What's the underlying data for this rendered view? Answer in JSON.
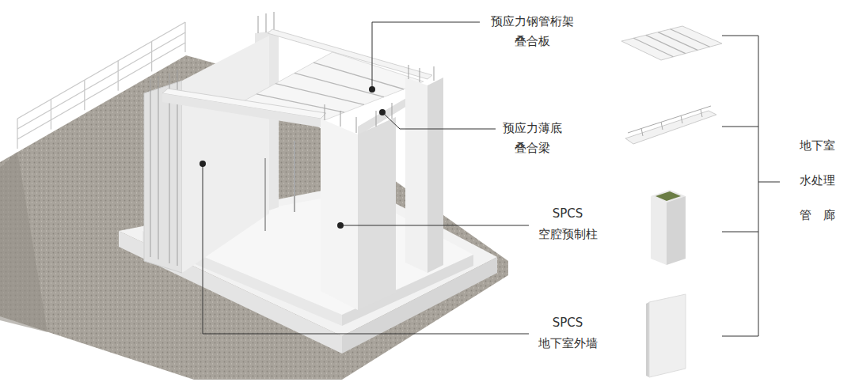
{
  "diagram": {
    "labels": [
      "预应力钢管桁架 叠合板",
      "预应力薄底 叠合梁",
      "SPCS 空腔预制柱",
      "SPCS 地下室外墙",
      "地下室 水处理 管廊"
    ]
  }
}
